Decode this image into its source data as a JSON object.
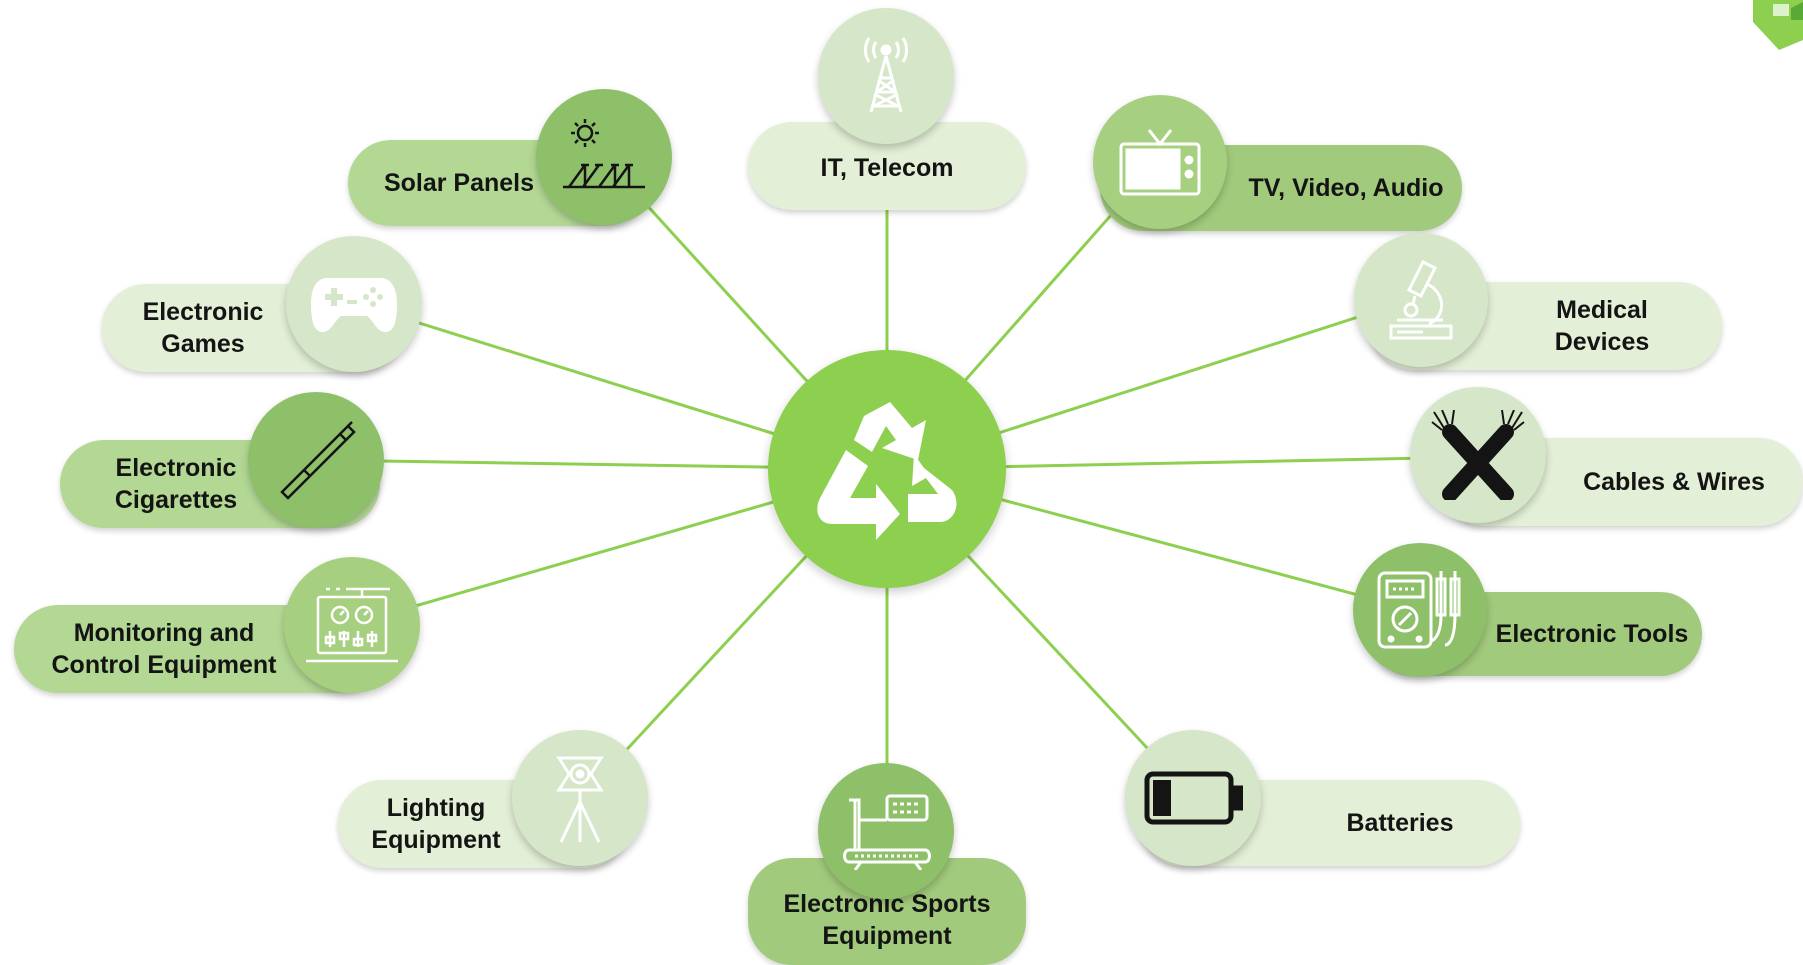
{
  "colors": {
    "center": "#8dcf4e",
    "connector": "#8dcf4e",
    "pill_light": "#e3efd6",
    "pill_mid": "#b3d894",
    "pill_dark": "#a2ca7c"
  },
  "center": {
    "icon": "recycle-icon"
  },
  "categories": {
    "it_telecom": {
      "label": "IT, Telecom",
      "icon": "radio-tower-icon"
    },
    "tv_video_audio": {
      "label": "TV, Video, Audio",
      "icon": "television-icon"
    },
    "medical_devices": {
      "label": "Medical\nDevices",
      "icon": "microscope-icon"
    },
    "cables_wires": {
      "label": "Cables & Wires",
      "icon": "cables-icon"
    },
    "electronic_tools": {
      "label": "Electronic Tools",
      "icon": "multimeter-icon"
    },
    "batteries": {
      "label": "Batteries",
      "icon": "battery-icon"
    },
    "sports_equipment": {
      "label": "Electronic Sports\nEquipment",
      "icon": "treadmill-icon"
    },
    "lighting_equipment": {
      "label": "Lighting\nEquipment",
      "icon": "spotlight-icon"
    },
    "monitoring_control": {
      "label": "Monitoring and\nControl Equipment",
      "icon": "control-panel-icon"
    },
    "electronic_cigarettes": {
      "label": "Electronic\nCigarettes",
      "icon": "e-cigarette-icon"
    },
    "electronic_games": {
      "label": "Electronic\nGames",
      "icon": "gamepad-icon"
    },
    "solar_panels": {
      "label": "Solar Panels",
      "icon": "solar-panel-icon"
    }
  }
}
